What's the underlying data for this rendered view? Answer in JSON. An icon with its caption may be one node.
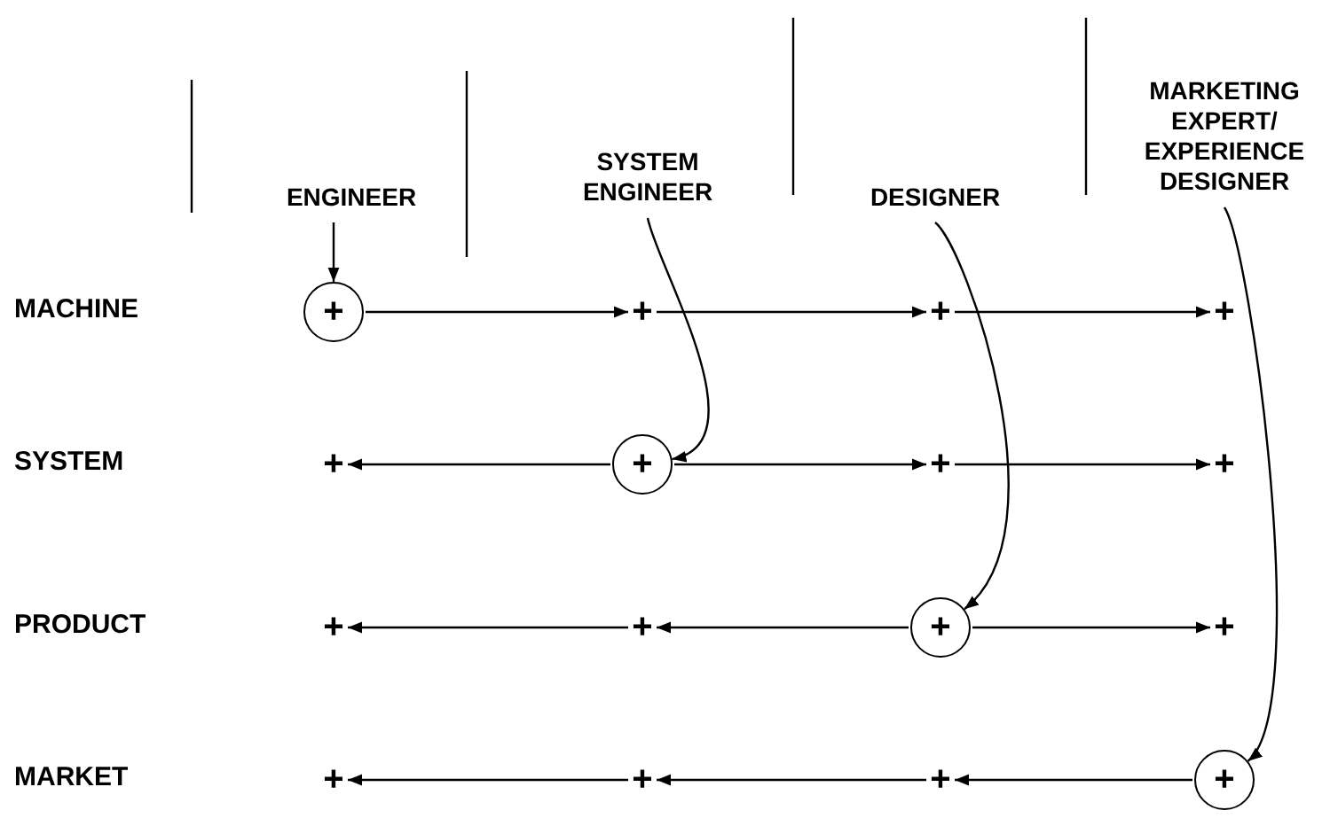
{
  "diagram": {
    "nodes": [
      {
        "text": [
          "ENGINEER"
        ]
      },
      {
        "text": [
          "SYSTEM ENGINEER"
        ]
      },
      {
        "text": [
          "DESIGNER"
        ]
      },
      {
        "text": [
          "MARKETING EXPERT/ EXPERIENCE DESIGNER"
        ]
      },
      {
        "text": [
          "+"
        ]
      },
      {
        "text": [
          "+"
        ]
      },
      {
        "text": [
          "+"
        ]
      },
      {
        "text": [
          "+"
        ]
      },
      {
        "text": [
          "+"
        ]
      },
      {
        "text": [
          "+"
        ]
      },
      {
        "text": [
          "+"
        ]
      },
      {
        "text": [
          "+"
        ]
      },
      {
        "text": [
          "+"
        ]
      },
      {
        "text": [
          "+"
        ]
      },
      {
        "text": [
          "+"
        ]
      },
      {
        "text": [
          "+"
        ]
      },
      {
        "text": [
          "+"
        ]
      },
      {
        "text": [
          "+"
        ]
      },
      {
        "text": [
          "+"
        ]
      },
      {
        "text": [
          "+"
        ]
      }
    ],
    "edges": [
      {
        "from": 0,
        "to": 4,
        "arrow": "to"
      },
      {
        "from": 1,
        "to": 9,
        "arrow": "to"
      },
      {
        "from": 2,
        "to": 14,
        "arrow": "to"
      },
      {
        "from": 3,
        "to": 19,
        "arrow": "to"
      },
      {
        "from": 4,
        "to": 5,
        "arrow": "to"
      },
      {
        "from": 5,
        "to": 6,
        "arrow": "to"
      },
      {
        "from": 6,
        "to": 7,
        "arrow": "to"
      },
      {
        "from": 9,
        "to": 8,
        "arrow": "to"
      },
      {
        "from": 9,
        "to": 10,
        "arrow": "to"
      },
      {
        "from": 10,
        "to": 11,
        "arrow": "to"
      },
      {
        "from": 14,
        "to": 13,
        "arrow": "to"
      },
      {
        "from": 13,
        "to": 12,
        "arrow": "to"
      },
      {
        "from": 14,
        "to": 15,
        "arrow": "to"
      },
      {
        "from": 19,
        "to": 18,
        "arrow": "to"
      },
      {
        "from": 18,
        "to": 17,
        "arrow": "to"
      },
      {
        "from": 17,
        "to": 16,
        "arrow": "to"
      }
    ],
    "labels": [
      "MACHINE",
      "SYSTEM",
      "PRODUCT",
      "MARKET"
    ]
  }
}
